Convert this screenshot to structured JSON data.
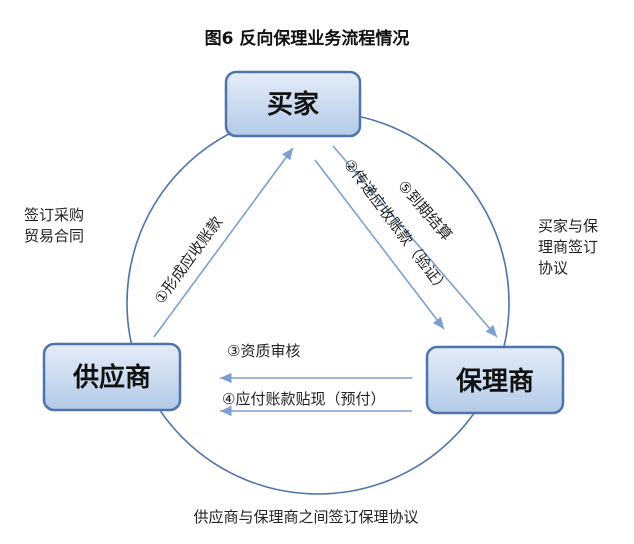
{
  "title": "图6 反向保理业务流程情况",
  "nodes": {
    "buyer": "买家",
    "supplier": "供应商",
    "factor": "保理商"
  },
  "notes": {
    "left_line1": "签订采购",
    "left_line2": "贸易合同",
    "right_line1": "买家与保",
    "right_line2": "理商签订",
    "right_line3": "协议",
    "bottom": "供应商与保理商之间签订保理协议"
  },
  "arrows": {
    "step1": "①形成应收账款",
    "step2": "②传递应收账款（验证）",
    "step3": "③资质审核",
    "step4": "④应付账款贴现（预付）",
    "step5": "⑤到期结算"
  },
  "colors": {
    "node_fill_top": "#dfe9f6",
    "node_fill_bottom": "#b7cde9",
    "node_border": "#4f74a8",
    "circle": "#4f74a8",
    "arrow": "#7d9fd0"
  }
}
